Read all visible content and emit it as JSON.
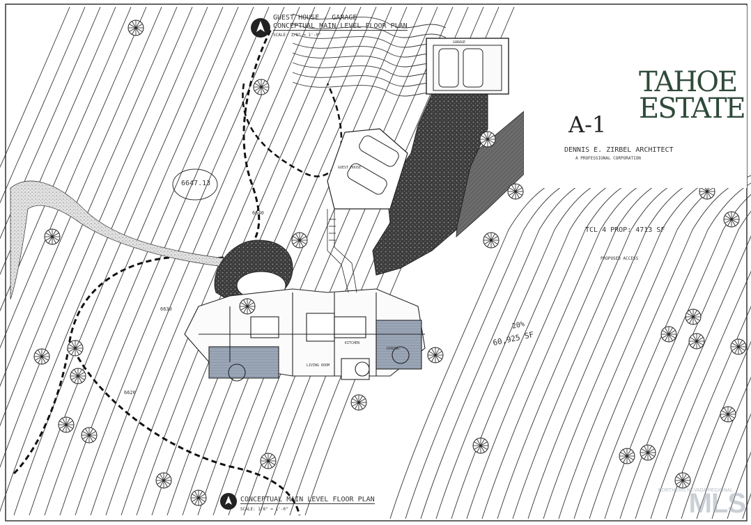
{
  "top_title": {
    "line1": "GUEST HOUSE - GARAGE",
    "line2": "CONCEPTUAL MAIN LEVEL FLOOR PLAN",
    "scale": "SCALE: 1/8\" = 1'-0\""
  },
  "bottom_title": {
    "line1": "CONCEPTUAL MAIN LEVEL FLOOR PLAN",
    "scale": "SCALE: 1/8\" = 1'-0\""
  },
  "logo": {
    "line1": "TAHOE",
    "line2": "ESTATE",
    "color": "#2f4a3a"
  },
  "sheet_number": "A-1",
  "architect": {
    "name": "DENNIS E. ZIRBEL ARCHITECT",
    "subtitle": "A PROFESSIONAL CORPORATION"
  },
  "site_labels": {
    "lot_area_1": "TCL 4 PROP: 4713 SF",
    "access": "PROPOSED ACCESS",
    "lot_area_2": "60,925 SF",
    "elevation_peak": "6647.13",
    "contour_6640": "6640",
    "contour_6630": "6630",
    "contour_6620": "6620",
    "percent": "20%",
    "room_living": "LIVING ROOM",
    "room_kitchen": "KITCHEN",
    "room_dining": "DINING",
    "room_garage": "GARAGE",
    "room_guest": "GUEST HOUSE"
  },
  "watermark": {
    "text": "MLS",
    "subtext": "NORTHERN NEVADA REGIONAL"
  },
  "colors": {
    "ink": "#222222",
    "hatch": "#4a4a4a",
    "deck": "#8f9aab",
    "dark_slope": "#6b6b6b"
  }
}
